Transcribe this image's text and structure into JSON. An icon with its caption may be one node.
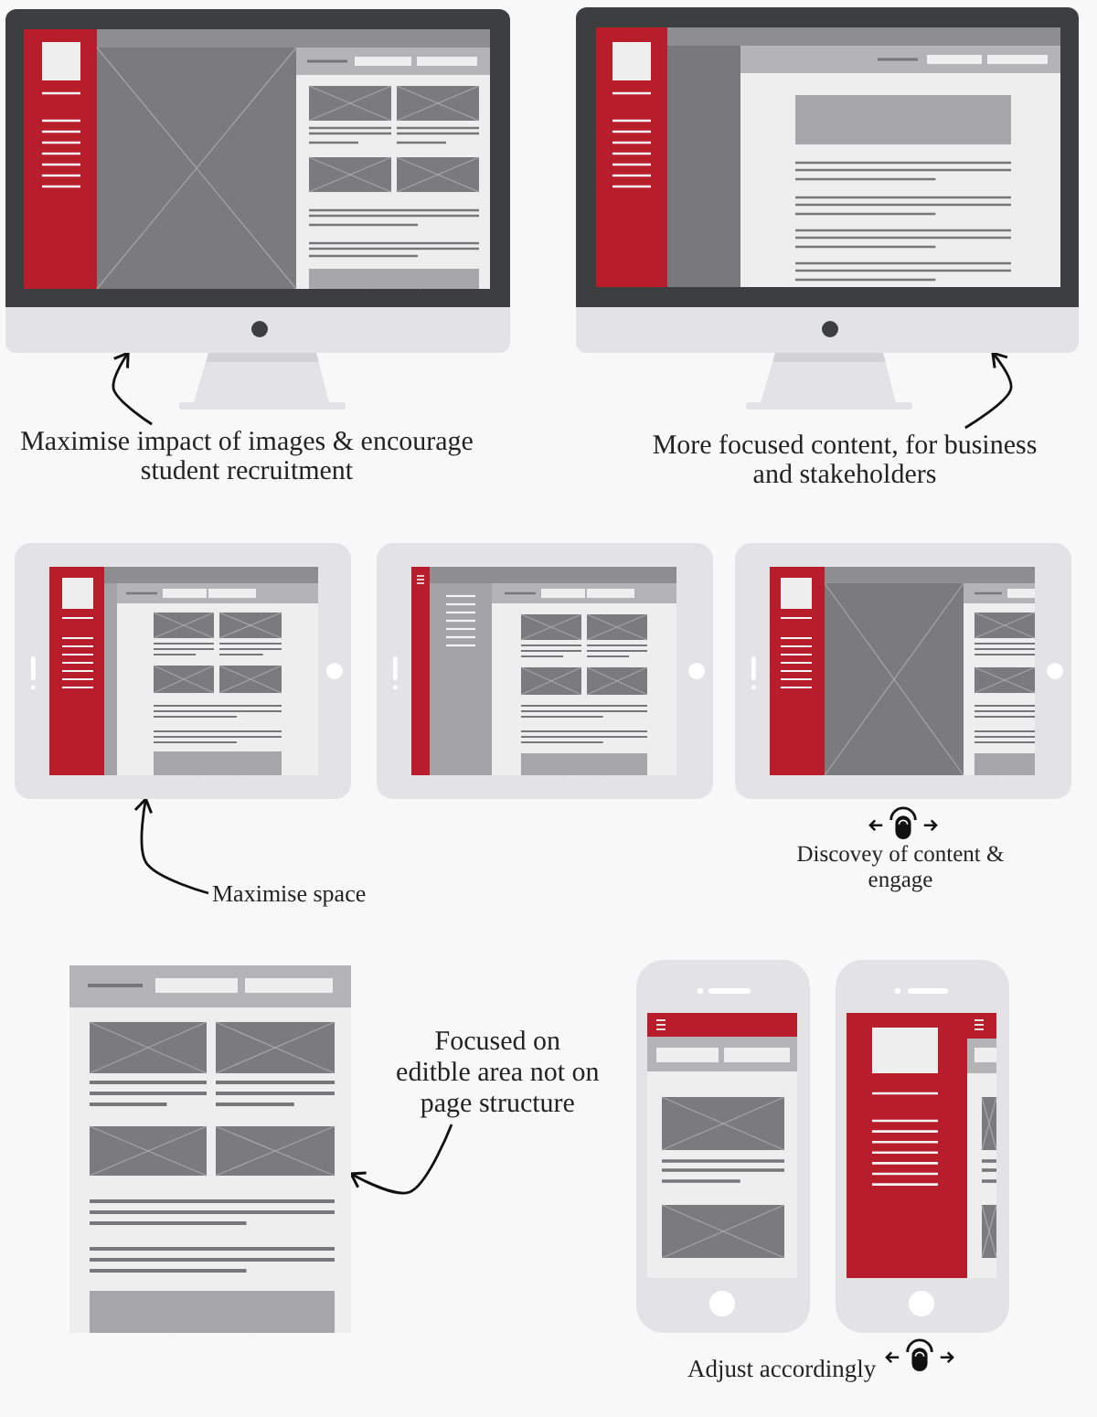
{
  "diagram": {
    "nodes": [
      {
        "text": [],
        "shape": "picture"
      },
      {
        "text": [],
        "shape": "picture"
      },
      {
        "text": [
          "Maximise impact of images & encourage student recruitment"
        ]
      },
      {
        "text": [
          "More focused content, for business and stakeholders"
        ]
      },
      {
        "text": [],
        "shape": "picture"
      },
      {
        "text": [],
        "shape": "picture"
      },
      {
        "text": [],
        "shape": "picture"
      },
      {
        "text": [
          "Maximise space"
        ]
      },
      {
        "text": [],
        "shape": "picture"
      },
      {
        "text": [
          "Focused on editble area not on page structure"
        ]
      },
      {
        "text": [],
        "shape": "picture"
      },
      {
        "text": [],
        "shape": "picture"
      }
    ],
    "edges": [
      {
        "from": 2,
        "to": 0,
        "arrow": "to"
      },
      {
        "from": 3,
        "to": 1,
        "arrow": "to"
      },
      {
        "from": 7,
        "to": 4,
        "arrow": "to"
      },
      {
        "from": 9,
        "to": 8,
        "arrow": "to"
      }
    ],
    "labels": [
      "Discovey of content & engage",
      "Adjust accordingly"
    ]
  }
}
